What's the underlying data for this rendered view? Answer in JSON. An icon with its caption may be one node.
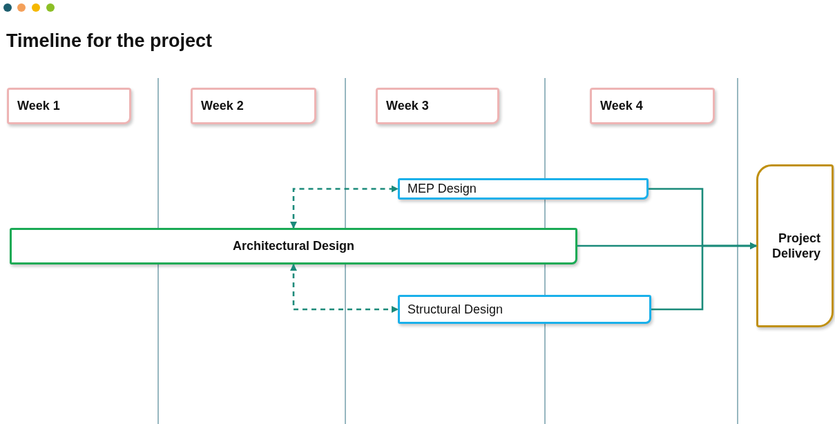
{
  "diagram": {
    "title": "Timeline for the project",
    "nodes": [
      {
        "text": [
          "Week 1"
        ]
      },
      {
        "text": [
          "Week 2"
        ]
      },
      {
        "text": [
          "Week 3"
        ]
      },
      {
        "text": [
          "Week 4"
        ]
      },
      {
        "text": [
          "MEP Design"
        ]
      },
      {
        "text": [
          "Architectural Design"
        ]
      },
      {
        "text": [
          "Structural Design"
        ]
      },
      {
        "text": [
          "Project Delivery"
        ]
      }
    ],
    "edges": [
      {
        "from": 5,
        "to": 4,
        "arrow": "both",
        "style": "dashed"
      },
      {
        "from": 5,
        "to": 6,
        "arrow": "both",
        "style": "dashed"
      },
      {
        "from": 4,
        "to": 7,
        "arrow": "to"
      },
      {
        "from": 5,
        "to": 7,
        "arrow": "to"
      },
      {
        "from": 6,
        "to": 7,
        "arrow": "to"
      }
    ]
  }
}
